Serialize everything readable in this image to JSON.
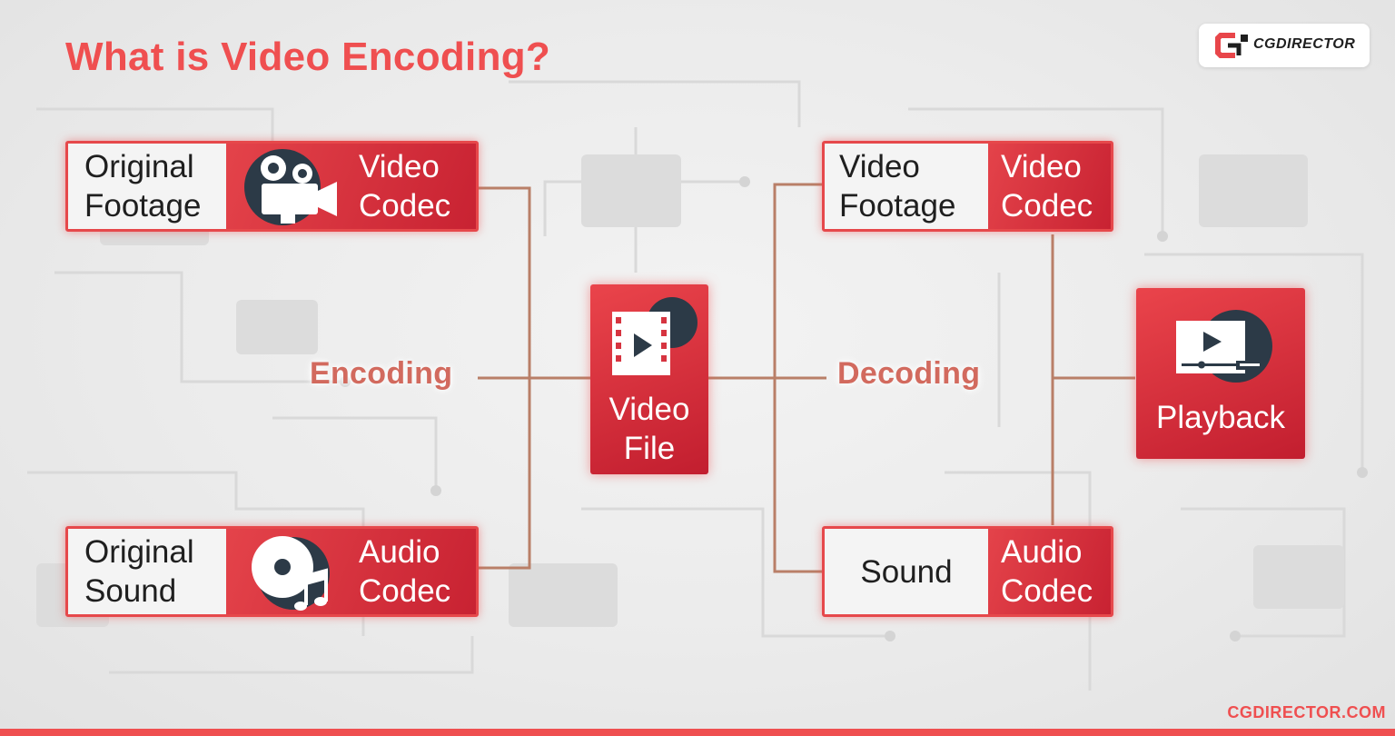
{
  "title": "What is Video Encoding?",
  "logo": {
    "text": "CGDIRECTOR"
  },
  "encode_side": {
    "video_box": {
      "left_label": [
        "Original",
        "Footage"
      ],
      "right_label": [
        "Video",
        "Codec"
      ],
      "icon": "video-camera-icon"
    },
    "audio_box": {
      "left_label": [
        "Original",
        "Sound"
      ],
      "right_label": [
        "Audio",
        "Codec"
      ],
      "icon": "disc-music-note-icon"
    },
    "step_label": "Encoding"
  },
  "video_file": {
    "label": [
      "Video",
      "File"
    ],
    "icon": "film-play-icon"
  },
  "decode_side": {
    "video_box": {
      "left_label": [
        "Video",
        "Footage"
      ],
      "right_label": [
        "Video",
        "Codec"
      ]
    },
    "audio_box": {
      "left_label": [
        "Sound"
      ],
      "right_label": [
        "Audio",
        "Codec"
      ]
    },
    "step_label": "Decoding"
  },
  "playback": {
    "label": "Playback",
    "icon": "video-player-icon"
  },
  "footer": {
    "text": "CGDIRECTOR.COM"
  },
  "colors": {
    "accent": "#ef4f50",
    "dark_red": "#c21e2f",
    "connector": "#b97f68",
    "text": "#1f1f1f"
  }
}
